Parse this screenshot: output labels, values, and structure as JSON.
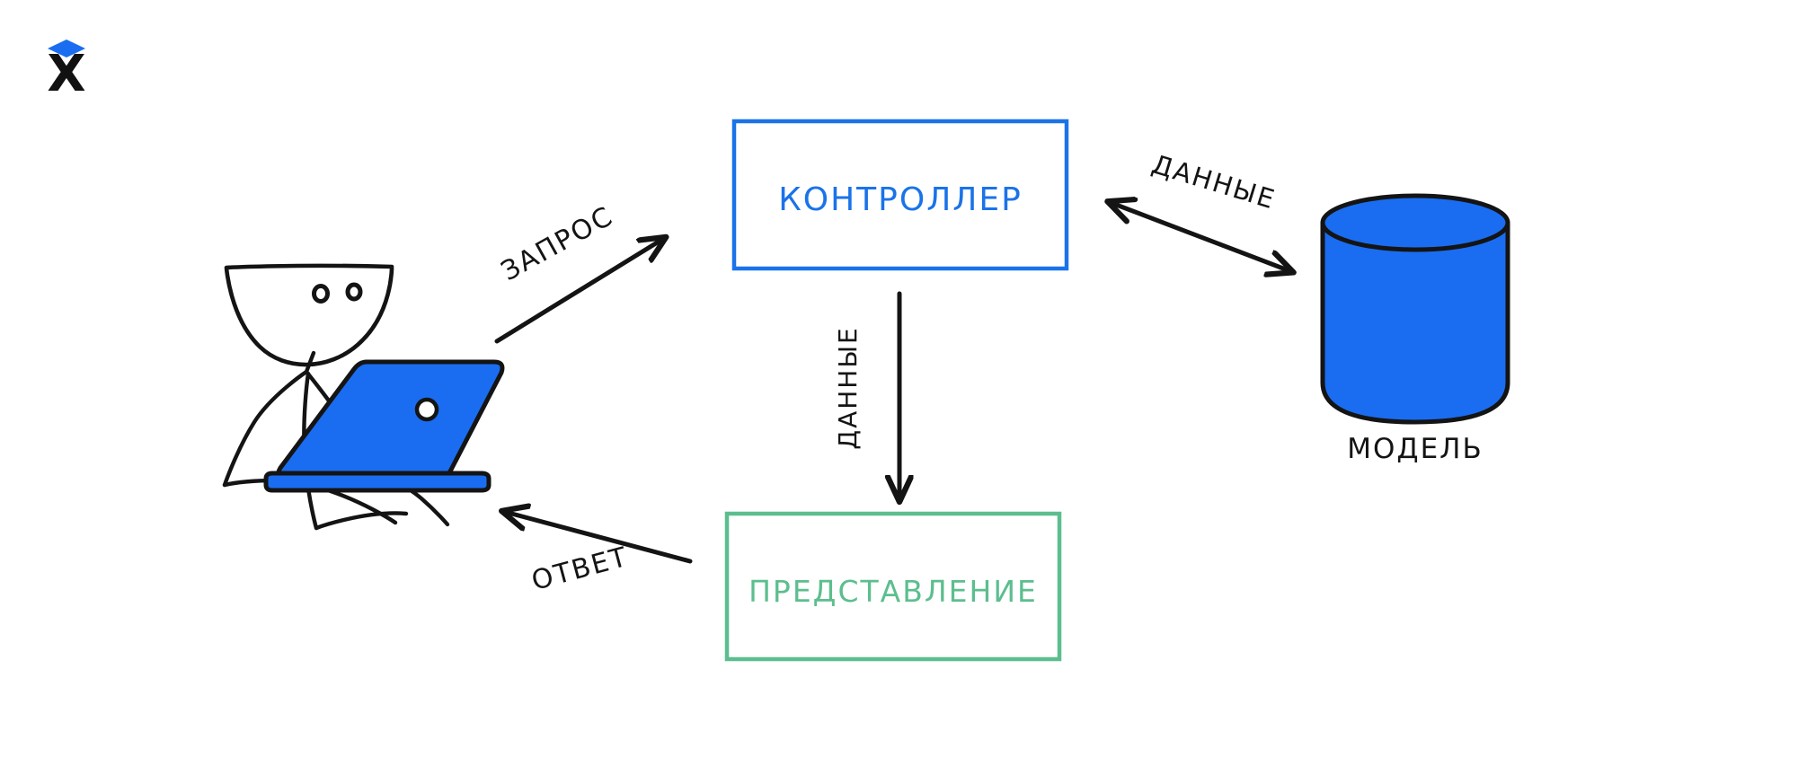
{
  "diagram": {
    "title_semantics": "mvc-architecture-diagram",
    "language": "ru",
    "background_color": "#ffffff",
    "colors": {
      "brand_blue": "#1A6DF0",
      "accent_blue": "#1A73E8",
      "green": "#5CBE8E",
      "ink_black": "#141414"
    }
  },
  "logo": {
    "name": "x-logo",
    "letter": "X",
    "diamond_color": "#1A6DF0",
    "letter_color": "#111111"
  },
  "actor": {
    "name": "user-with-laptop",
    "laptop_color": "#1A6DF0",
    "outline_color": "#141414"
  },
  "nodes": {
    "controller": {
      "label": "КОНТРОЛЛЕР",
      "border_color": "#1A73E8",
      "text_color": "#1A73E8"
    },
    "view": {
      "label": "ПРЕДСТАВЛЕНИЕ",
      "border_color": "#5CBE8E",
      "text_color": "#5CBE8E"
    },
    "model": {
      "label": "МОДЕЛЬ",
      "fill_color": "#1A6DF0",
      "text_color": "#141414"
    }
  },
  "edges": [
    {
      "id": "request",
      "label": "ЗАПРОС",
      "from": "user-with-laptop",
      "to": "controller",
      "direction": "one-way",
      "color": "#141414"
    },
    {
      "id": "response",
      "label": "ОТВЕТ",
      "from": "view",
      "to": "user-with-laptop",
      "direction": "one-way",
      "color": "#141414"
    },
    {
      "id": "controller-to-view",
      "label": "ДАННЫЕ",
      "from": "controller",
      "to": "view",
      "direction": "one-way",
      "color": "#141414"
    },
    {
      "id": "controller-model",
      "label": "ДАННЫЕ",
      "from": "controller",
      "to": "model",
      "direction": "two-way",
      "color": "#141414"
    }
  ]
}
